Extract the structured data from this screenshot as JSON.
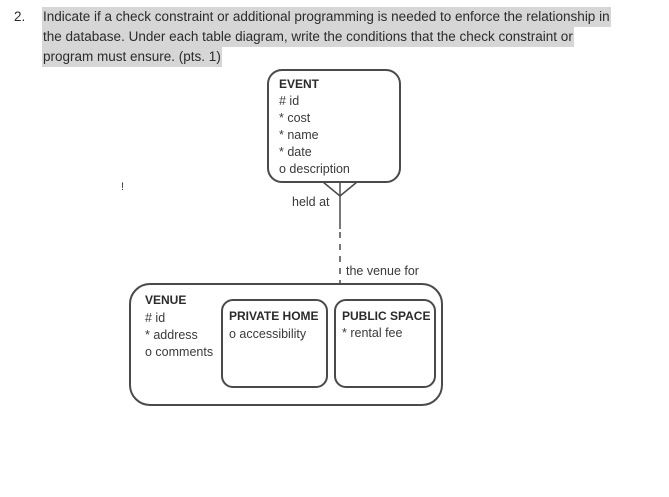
{
  "question": {
    "number": "2.",
    "lines": [
      "Indicate if a check constraint or additional programming is needed to enforce the relationship in",
      "the database. Under each table diagram, write the conditions that the check constraint or",
      "program must ensure.    (pts. 1)"
    ]
  },
  "diagram": {
    "event": {
      "title": "EVENT",
      "attributes": [
        "# id",
        "* cost",
        "* name",
        "* date",
        "o description"
      ]
    },
    "venue": {
      "title": "VENUE",
      "attributes": [
        "# id",
        "* address",
        "o comments"
      ]
    },
    "private_home": {
      "title": "PRIVATE HOME",
      "attributes": [
        "o accessibility"
      ]
    },
    "public_space": {
      "title": "PUBLIC SPACE",
      "attributes": [
        "* rental fee"
      ]
    },
    "relationship": {
      "event_side_label": "held at",
      "venue_side_label": "the venue for"
    },
    "stray_mark": "!"
  }
}
